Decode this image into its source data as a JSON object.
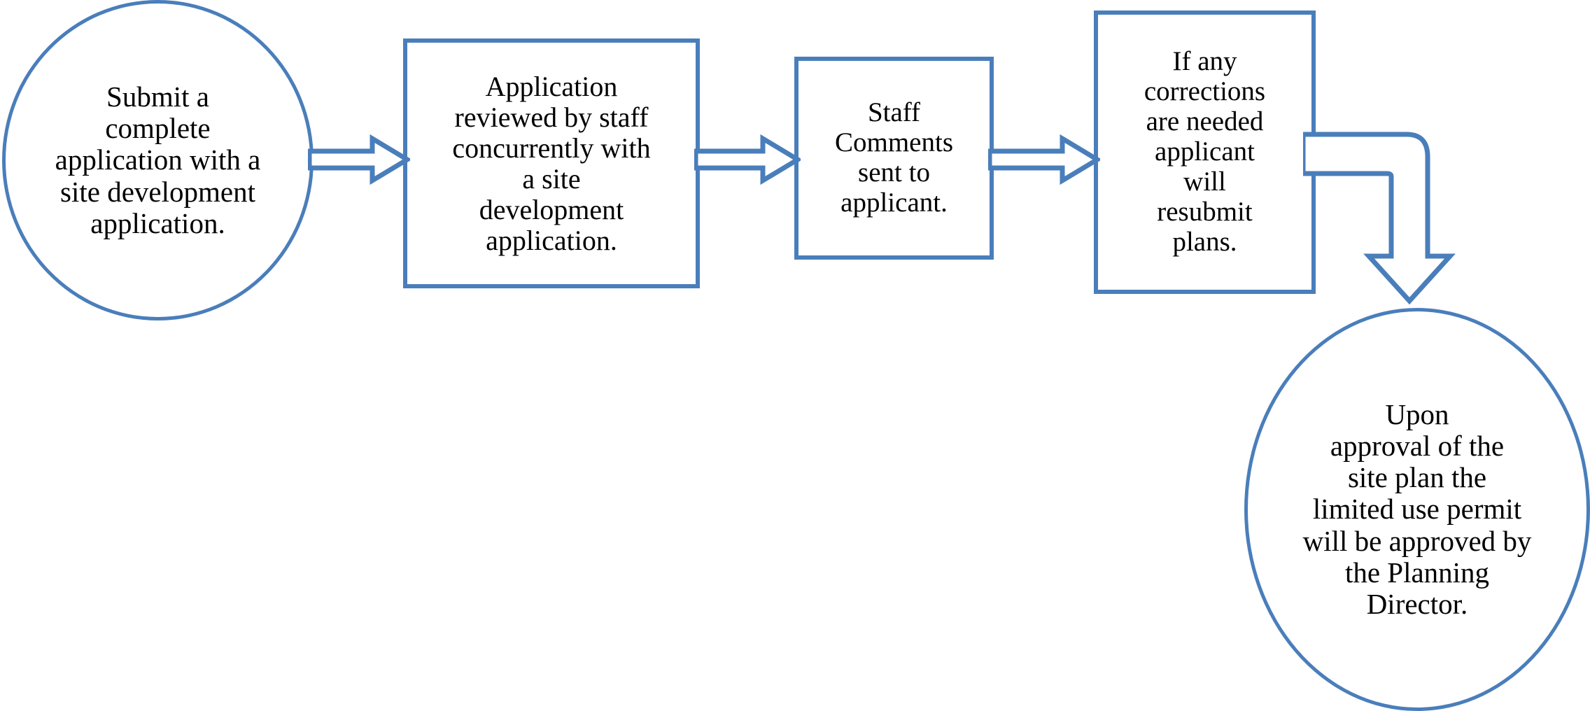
{
  "diagram": {
    "title": "Limited use permit site plan review process flowchart",
    "colors": {
      "shape_outline": "#4a7ebb",
      "connector": "#4a7ebb",
      "shape_fill": "#ffffff",
      "text": "#000000",
      "background": "#ffffff"
    },
    "nodes": [
      {
        "id": "submit-application",
        "shape": "ellipse",
        "text": "Submit a\ncomplete\napplication with a\nsite development\napplication."
      },
      {
        "id": "application-reviewed",
        "shape": "rectangle",
        "text": "Application\nreviewed by staff\nconcurrently with\na site\ndevelopment\napplication."
      },
      {
        "id": "staff-comments",
        "shape": "rectangle",
        "text": "Staff\nComments\nsent to\napplicant."
      },
      {
        "id": "resubmit-plans",
        "shape": "rectangle",
        "text": "If any\ncorrections\nare needed\napplicant\nwill\nresubmit\nplans."
      },
      {
        "id": "planning-director",
        "shape": "ellipse",
        "text": "Upon\napproval of the\nsite plan the\nlimited use permit\nwill be approved by\nthe Planning\nDirector."
      }
    ],
    "connectors": [
      {
        "id": "arrow-1",
        "style": "hollow-block-arrow",
        "direction": "right",
        "from": "submit-application",
        "to": "application-reviewed"
      },
      {
        "id": "arrow-2",
        "style": "hollow-block-arrow",
        "direction": "right",
        "from": "application-reviewed",
        "to": "staff-comments"
      },
      {
        "id": "arrow-3",
        "style": "hollow-block-arrow",
        "direction": "right",
        "from": "staff-comments",
        "to": "resubmit-plans"
      },
      {
        "id": "arrow-4",
        "style": "hollow-block-elbow-arrow",
        "direction": "right-then-down",
        "from": "resubmit-plans",
        "to": "planning-director"
      }
    ]
  }
}
